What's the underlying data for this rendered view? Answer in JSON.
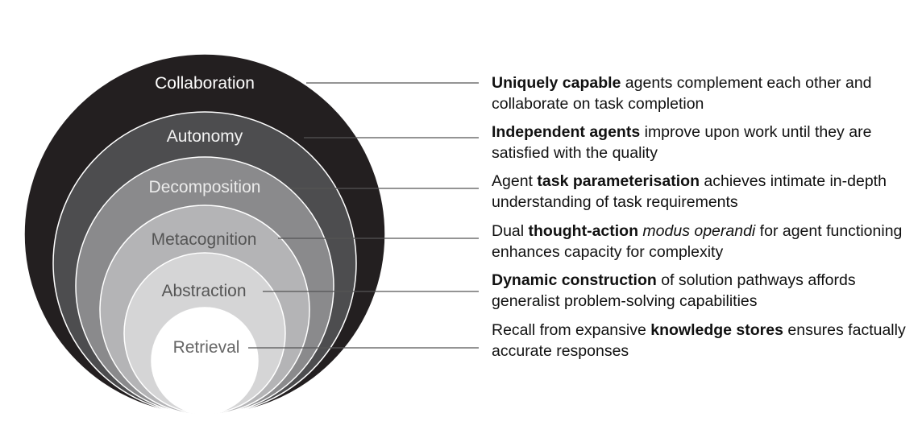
{
  "layers": [
    {
      "label": "Collaboration",
      "fill": "#231f20",
      "text_color": "#ffffff",
      "desc": {
        "pre": "",
        "bold": "Uniquely capable",
        "mid": " agents complement each other and collaborate on task completion",
        "italic": "",
        "post": ""
      }
    },
    {
      "label": "Autonomy",
      "fill": "#4d4d4f",
      "text_color": "#f2f2f2",
      "desc": {
        "pre": "",
        "bold": "Independent agents",
        "mid": " improve upon work until they are satisfied with the quality",
        "italic": "",
        "post": ""
      }
    },
    {
      "label": "Decomposition",
      "fill": "#8a8a8c",
      "text_color": "#ebebeb",
      "desc": {
        "pre": "Agent ",
        "bold": "task parameterisation",
        "mid": " achieves intimate in-depth understanding of task requirements",
        "italic": "",
        "post": ""
      }
    },
    {
      "label": "Metacognition",
      "fill": "#b4b4b6",
      "text_color": "#555555",
      "desc": {
        "pre": "Dual ",
        "bold": "thought-action",
        "mid": " ",
        "italic": "modus operandi",
        "post": " for agent functioning enhances capacity for complexity"
      }
    },
    {
      "label": "Abstraction",
      "fill": "#d5d5d6",
      "text_color": "#555555",
      "desc": {
        "pre": "",
        "bold": "Dynamic construction",
        "mid": " of solution pathways affords generalist problem-solving capabilities",
        "italic": "",
        "post": ""
      }
    },
    {
      "label": "Retrieval",
      "fill": "#ffffff",
      "text_color": "#666666",
      "desc": {
        "pre": "Recall from expansive ",
        "bold": "knowledge stores",
        "mid": " ensures factually accurate responses",
        "italic": "",
        "post": ""
      }
    }
  ],
  "connector_color": "#555555"
}
